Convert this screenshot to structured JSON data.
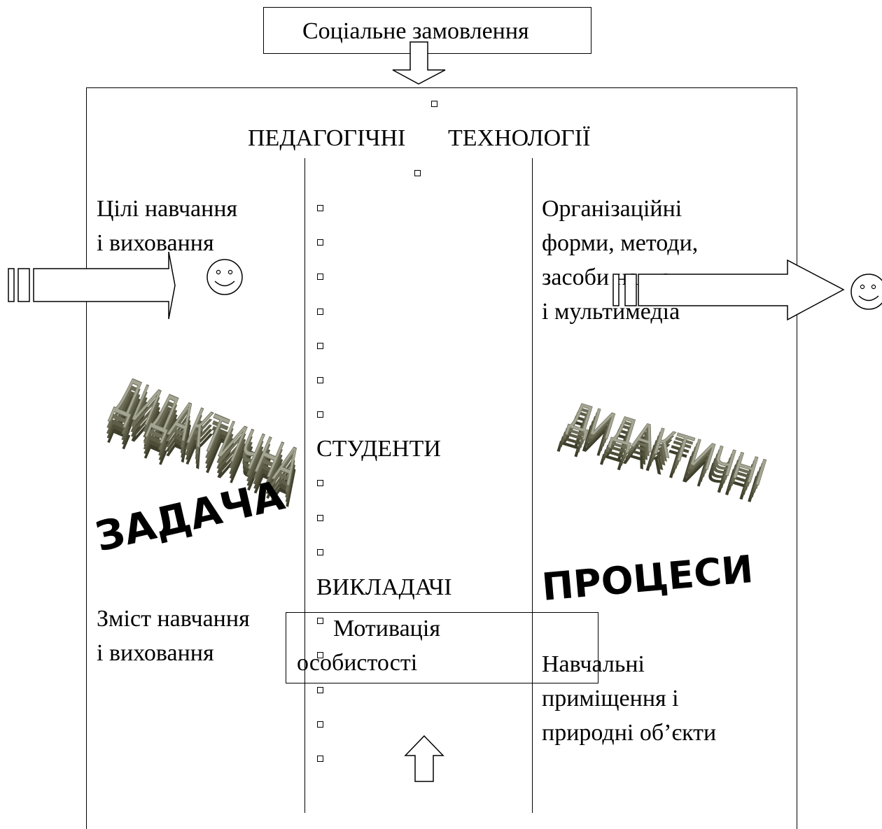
{
  "header": {
    "social_order": "Соціальне замовлення"
  },
  "main": {
    "title_left": "ПЕДАГОГІЧНІ",
    "title_right": "ТЕХНОЛОГІЇ"
  },
  "left_column": {
    "goals": [
      "Цілі навчання",
      "і виховання"
    ],
    "wordart_top": "ДИДАКТИЧНА",
    "wordart_bottom": "ЗАДАЧА",
    "content": [
      "Зміст навчання",
      "і виховання"
    ]
  },
  "center_column": {
    "students": "СТУДЕНТИ",
    "teachers": "ВИКЛАДАЧІ",
    "motivation": [
      "Мотивація",
      "особистості"
    ]
  },
  "right_column": {
    "forms": [
      "Організаційні",
      "форми, методи,",
      "засоби навчання",
      "і мультимедіа"
    ],
    "wordart_top": "ДИДАКТИЧНІ",
    "wordart_bottom": "ПРОЦЕСИ",
    "premises": [
      "Навчальні",
      "приміщення і",
      "природні об’єкти"
    ]
  },
  "icons": {
    "smiley_left": "smiley-face-icon",
    "smiley_right": "smiley-face-icon",
    "arrow_down": "block-arrow-down-icon",
    "arrow_up": "block-arrow-up-icon",
    "arrow_left": "striped-block-arrow-right-icon",
    "arrow_right": "striped-block-arrow-right-icon"
  },
  "colors": {
    "wordart_face": "#9a9a86",
    "wordart_extrusion": "#4d4d38",
    "line": "#000000"
  }
}
